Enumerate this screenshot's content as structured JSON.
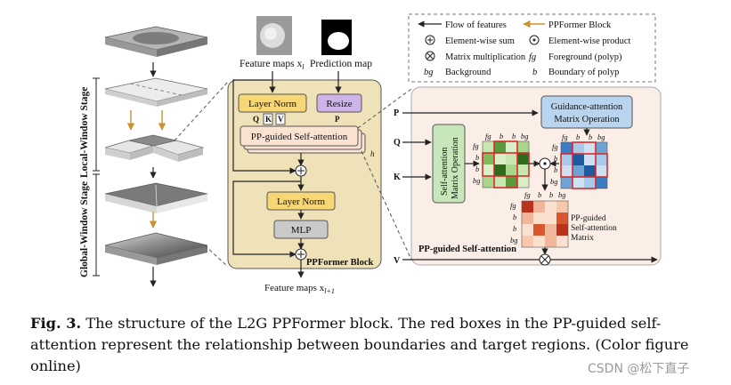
{
  "figure": {
    "stages": {
      "local": "Local-Window Stage",
      "global": "Global-Window Stage"
    },
    "inputs": {
      "feature_maps": "Feature maps x",
      "feature_maps_sub": "l",
      "prediction_map": "Prediction map"
    },
    "ppformer_block": {
      "title": "PPFormer Block",
      "layer_norm_1": "Layer Norm",
      "resize": "Resize",
      "q": "Q",
      "k": "K",
      "v": "V",
      "p": "P",
      "pp_attention": "PP-guided Self-attention",
      "h": "h",
      "layer_norm_2": "Layer Norm",
      "mlp": "MLP",
      "output": "Feature maps x",
      "output_sub": "l+1"
    },
    "detail": {
      "title": "PP-guided Self-attention",
      "p": "P",
      "q": "Q",
      "k": "K",
      "v": "V",
      "guidance_line1": "Guidance-attention",
      "guidance_line2": "Matrix Operation",
      "self_attention_line1": "Self-attention",
      "self_attention_line2": "Matrix Operation",
      "fg": "fg",
      "b": "b",
      "bg": "bg",
      "pp_matrix_line1": "PP-guided",
      "pp_matrix_line2": "Self-attention",
      "pp_matrix_line3": "Matrix"
    },
    "legend": {
      "flow": "Flow of features",
      "ppformer": "PPFormer Block",
      "sum": "Element-wise sum",
      "product": "Element-wise product",
      "matmul": "Matrix multiplication",
      "fg_abbr": "fg",
      "fg_text": "Foreground (polyp)",
      "bg_abbr": "bg",
      "bg_text": "Background",
      "b_abbr": "b",
      "b_text": "Boundary of polyp"
    }
  },
  "caption": {
    "label": "Fig. 3.",
    "text": " The structure of the L2G PPFormer block. The red boxes in the PP-guided self-attention represent the relationship between boundaries and target regions. (Color figure online)"
  },
  "watermark": "CSDN @松下直子"
}
